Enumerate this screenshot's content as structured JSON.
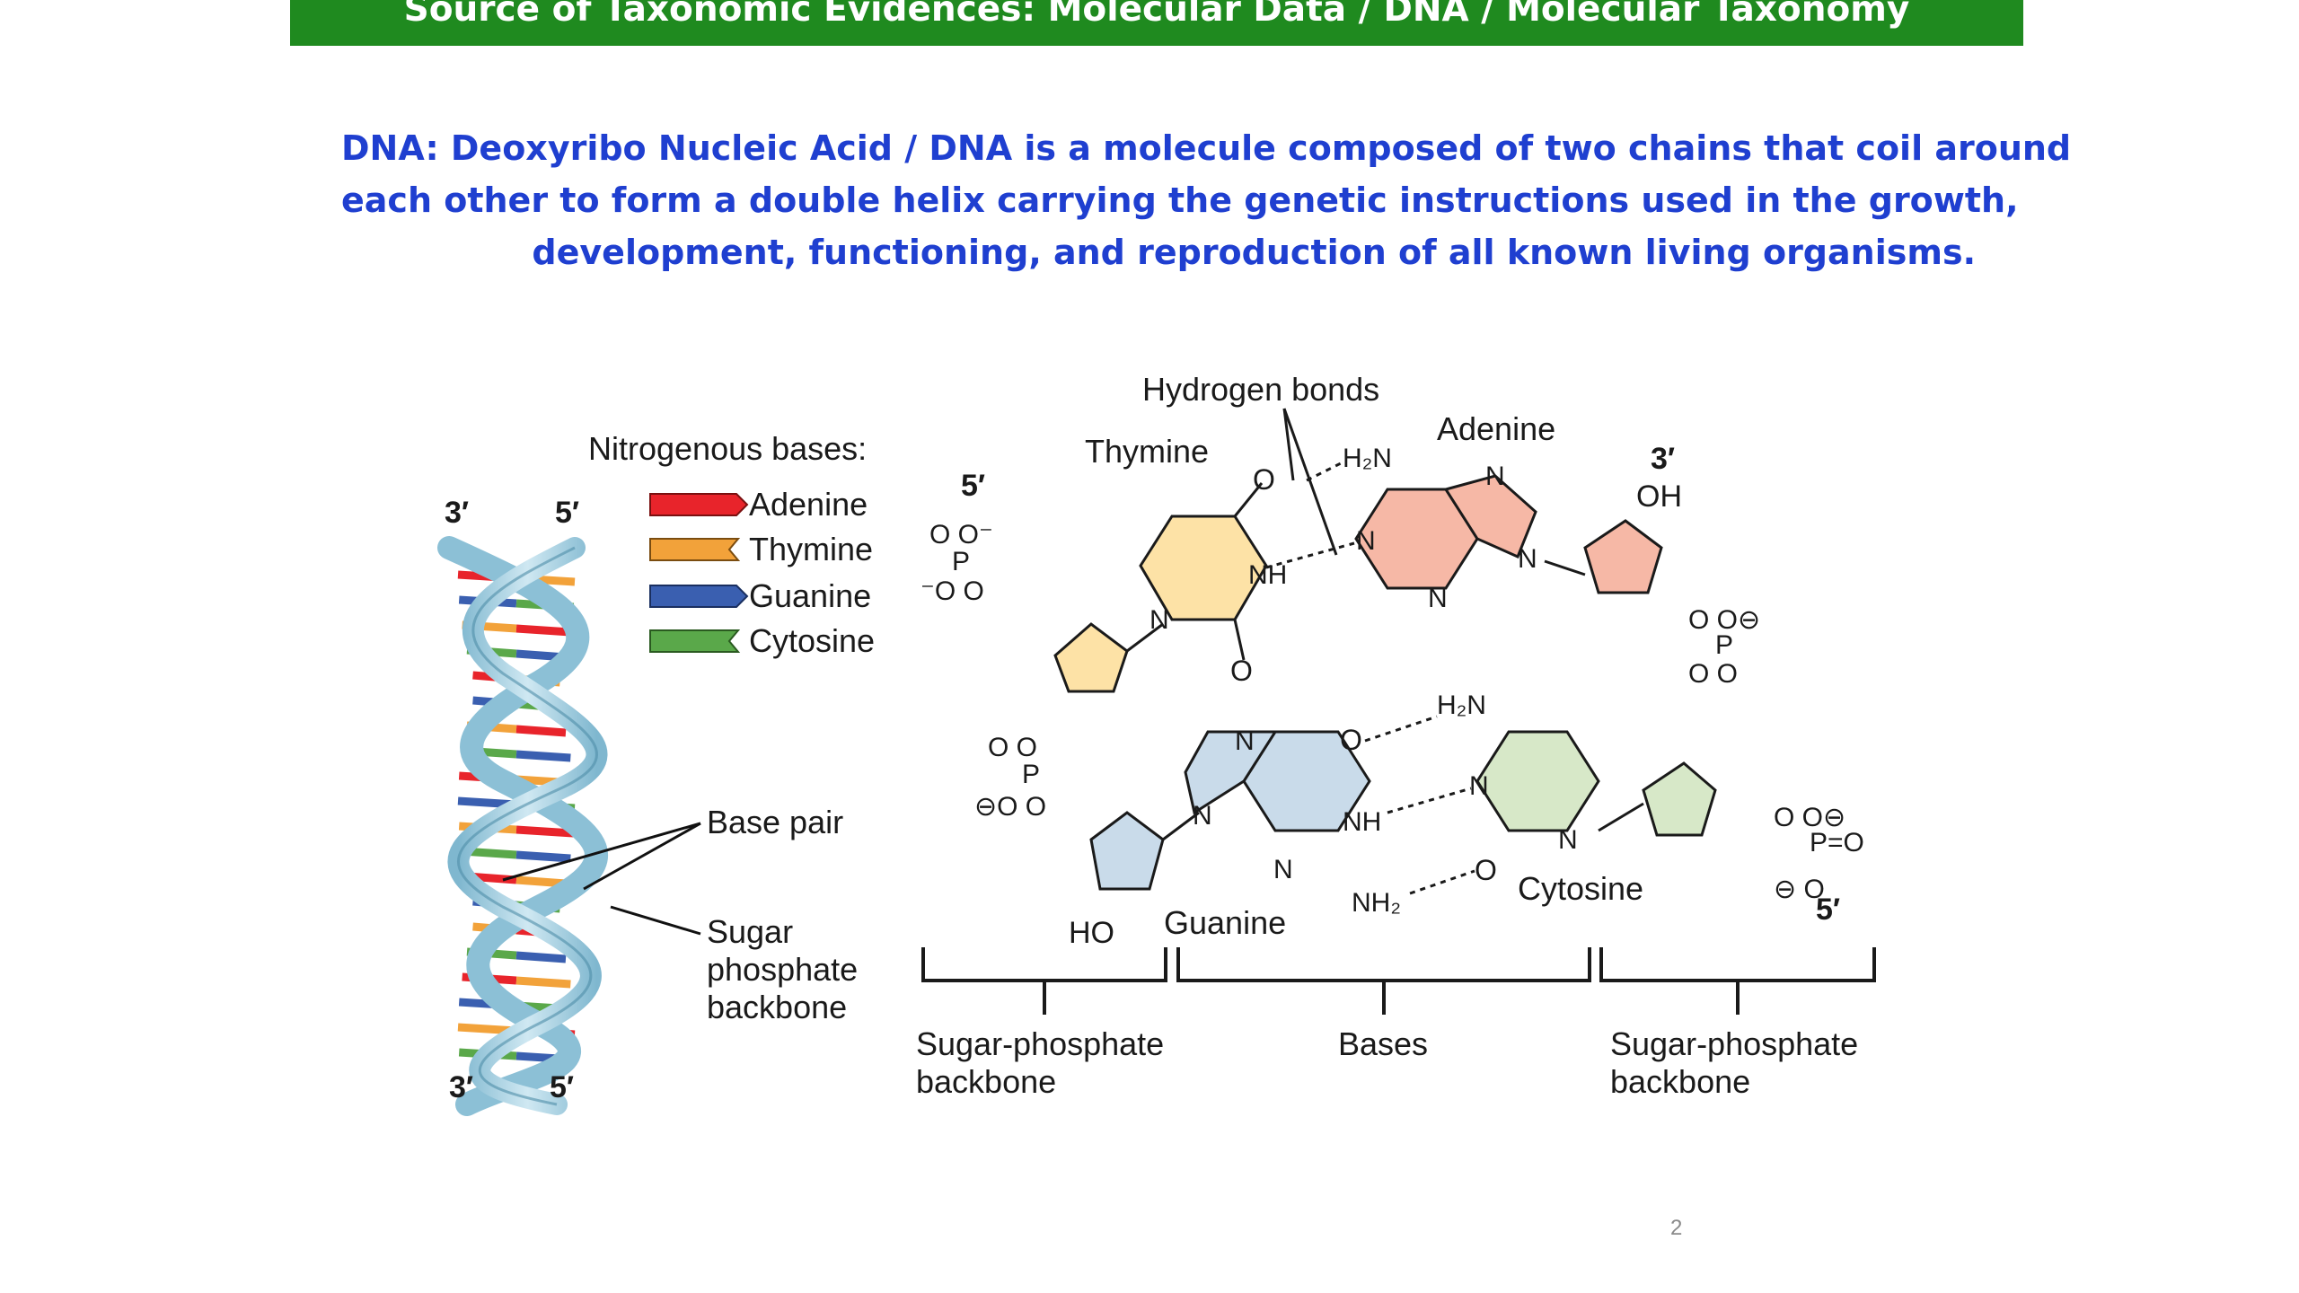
{
  "slide": {
    "title": "Source of Taxonomic Evidences: Molecular Data / DNA / Molecular Taxonomy",
    "intro_lines": [
      "DNA: Deoxyribo Nucleic Acid / DNA is a molecule composed of two chains that coil around",
      "each other to form a double helix carrying the genetic instructions used in the growth,",
      "development, functioning, and reproduction of all known living organisms."
    ],
    "page_number": "2"
  },
  "legend": {
    "title": "Nitrogenous bases:",
    "items": [
      {
        "label": "Adenine",
        "color": "#e8242b"
      },
      {
        "label": "Thymine",
        "color": "#f2a23a"
      },
      {
        "label": "Guanine",
        "color": "#3a5fb0"
      },
      {
        "label": "Cytosine",
        "color": "#5aa84a"
      }
    ]
  },
  "helix": {
    "top_left": "3′",
    "top_right": "5′",
    "bottom_left": "3′",
    "bottom_right": "5′",
    "base_pair": "Base pair",
    "backbone_lines": [
      "Sugar",
      "phosphate",
      "backbone"
    ]
  },
  "structure": {
    "hydrogen_bonds": "Hydrogen bonds",
    "thymine": "Thymine",
    "adenine": "Adenine",
    "guanine": "Guanine",
    "cytosine": "Cytosine",
    "end_5_top": "5′",
    "end_3_top": "3′",
    "end_5_bottom": "5′",
    "oh": "OH",
    "ho": "HO",
    "bracket_left_lines": [
      "Sugar-phosphate",
      "backbone"
    ],
    "bracket_middle": "Bases",
    "bracket_right_lines": [
      "Sugar-phosphate",
      "backbone"
    ]
  },
  "colors": {
    "title_bar": "#1f8a1f",
    "intro_text": "#1f3fd0",
    "thymine_fill": "#fde2a6",
    "adenine_fill": "#f6b8a6",
    "guanine_fill": "#c9dbea",
    "cytosine_fill": "#d7e8c8",
    "sugar_left_top": "#fde2a6",
    "sugar_right_top": "#f6b8a6",
    "sugar_left_bottom": "#c9dbea",
    "sugar_right_bottom": "#d7e8c8"
  }
}
